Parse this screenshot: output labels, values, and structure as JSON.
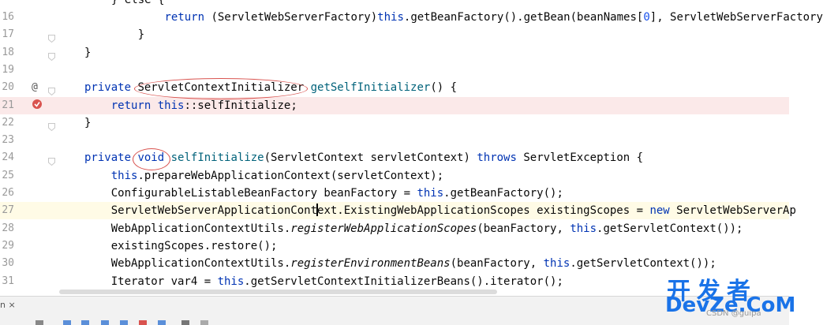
{
  "lines": [
    {
      "n": "16",
      "html": "        <span class='kw'>return</span> (ServletWebServerFactory)<span class='kw'>this</span>.getBeanFactory().getBean(beanNames[<span class='num'>0</span>], ServletWebServerFactory"
    },
    {
      "n": "17",
      "html": "    }"
    },
    {
      "n": "18",
      "html": "}"
    },
    {
      "n": "19",
      "html": ""
    },
    {
      "n": "20",
      "html": "<span class='kw'>private</span> ServletContextInitializer <span class='fn'>getSelfInitializer</span>() {"
    },
    {
      "n": "21",
      "html": "    <span class='kw'>return</span> <span class='kw'>this</span>::selfInitialize;"
    },
    {
      "n": "22",
      "html": "}"
    },
    {
      "n": "23",
      "html": ""
    },
    {
      "n": "24",
      "html": "<span class='kw'>private</span> <span class='kw'>void</span> <span class='fn'>selfInitialize</span>(ServletContext servletContext) <span class='kw'>throws</span> ServletException {"
    },
    {
      "n": "25",
      "html": "    <span class='kw'>this</span>.prepareWebApplicationContext(servletContext);"
    },
    {
      "n": "26",
      "html": "    ConfigurableListableBeanFactory beanFactory = <span class='kw'>this</span>.getBeanFactory();"
    },
    {
      "n": "27",
      "html": "    ServletWebServerApplicationCont<span class='caret'></span>ext.ExistingWebApplicationScopes existingScopes = <span class='kw'>new</span> ServletWebServerAp"
    },
    {
      "n": "28",
      "html": "    WebApplicationContextUtils.<span class='it'>registerWebApplicationScopes</span>(beanFactory, <span class='kw'>this</span>.getServletContext());"
    },
    {
      "n": "29",
      "html": "    existingScopes.restore();"
    },
    {
      "n": "30",
      "html": "    WebApplicationContextUtils.<span class='it'>registerEnvironmentBeans</span>(beanFactory, <span class='kw'>this</span>.getServletContext());"
    },
    {
      "n": "31",
      "html": "    Iterator var4 = <span class='kw'>this</span>.getServletContextInitializerBeans().iterator();"
    }
  ],
  "top_partial": "} else {",
  "markers": {
    "line20": "@",
    "breakpoint_color": "#d9534f"
  },
  "watermark": {
    "cn": "开发者",
    "en": "DevZe.CoM",
    "small": "CSDN @guipa"
  }
}
